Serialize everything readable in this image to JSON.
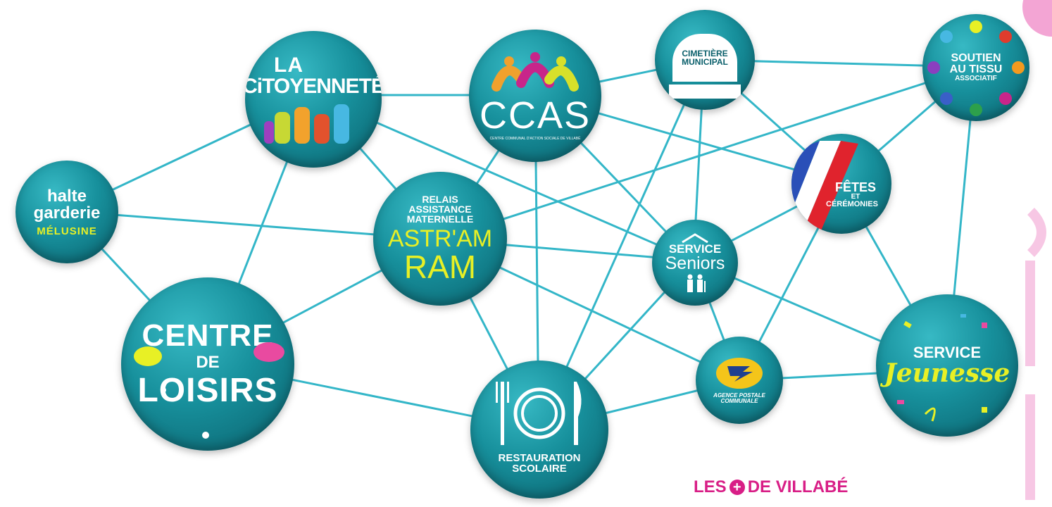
{
  "nodes": {
    "citoyennete": {
      "line1": "LA",
      "line2": "CiTOYENNETÉ"
    },
    "ccas": {
      "title": "CCAS",
      "subtitle": "CENTRE COMMUNAL D'ACTION SOCIALE DE VILLABÉ"
    },
    "cimetiere": {
      "line1": "CIMETIÈRE",
      "line2": "MUNICIPAL"
    },
    "soutien": {
      "line1": "SOUTIEN",
      "line2": "AU TISSU",
      "line3": "ASSOCIATIF"
    },
    "halte": {
      "line1": "halte",
      "line2": "garderie",
      "line3": "MÉLUSINE"
    },
    "ram": {
      "line1": "RELAIS",
      "line2": "ASSISTANCE",
      "line3": "MATERNELLE",
      "line4": "ASTR'AM",
      "line5": "RAM"
    },
    "fetes": {
      "line1": "FÊTES",
      "line2": "ET",
      "line3": "CÉRÉMONIES"
    },
    "seniors": {
      "line1": "SERVICE",
      "line2": "Seniors"
    },
    "loisirs": {
      "line1": "CENTRE",
      "line2": "DE",
      "line3": "LOISIRS"
    },
    "restauration": {
      "line1": "RESTAURATION",
      "line2": "SCOLAIRE"
    },
    "poste": {
      "line1": "AGENCE POSTALE",
      "line2": "COMMUNALE"
    },
    "jeunesse": {
      "line1": "SERVICE",
      "line2": "Jeunesse"
    }
  },
  "footer": {
    "pre": "LES",
    "post": "DE VILLABÉ"
  },
  "colors": {
    "teal": "#17909c",
    "link": "#33b6c8",
    "pink": "#d81e86",
    "ram_yellow": "#e8f025"
  }
}
